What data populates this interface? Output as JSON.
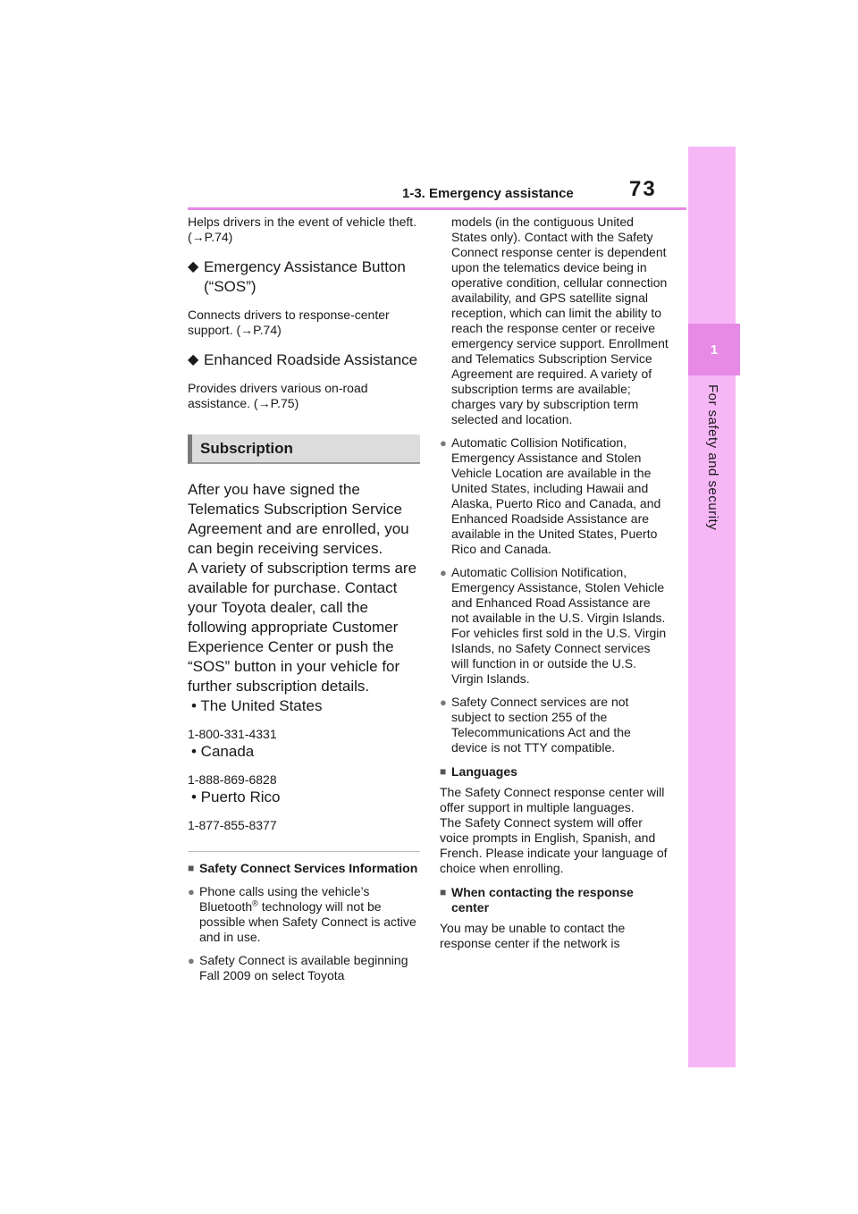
{
  "header": {
    "section": "1-3. Emergency assistance",
    "page_number": "73"
  },
  "side_tab": {
    "chapter_number": "1",
    "chapter_title": "For safety and security"
  },
  "left": {
    "intro_text": "Helps drivers in the event of vehicle theft. (→P.74)",
    "features": [
      {
        "title": "Emergency Assistance Button (“SOS”)",
        "desc": "Connects drivers to response-center support. (→P.74)"
      },
      {
        "title": "Enhanced Roadside Assistance",
        "desc": "Provides drivers various on-road assistance. (→P.75)"
      }
    ],
    "subscription_heading": "Subscription",
    "subscription_text": "After you have signed the Telematics Subscription Service Agreement and are enrolled, you can begin receiving services.",
    "subscription_text2": "A variety of subscription terms are available for purchase. Contact your Toyota dealer, call the following appropriate Customer Experience Center or push the “SOS” button in your vehicle for further subscription details.",
    "regions": [
      {
        "name": "• The United States",
        "phone": "1-800-331-4331"
      },
      {
        "name": "• Canada",
        "phone": "1-888-869-6828"
      },
      {
        "name": "• Puerto Rico",
        "phone": "1-877-855-8377"
      }
    ],
    "info_heading": "Safety Connect Services Information",
    "info_bullets": [
      {
        "pre": "Phone calls using the vehicle’s Bluetooth",
        "sup": "®",
        "post": " technology will not be possible when Safety Connect is active and in use."
      },
      {
        "pre": "Safety Connect is available beginning Fall 2009 on select Toyota",
        "sup": "",
        "post": ""
      }
    ]
  },
  "right": {
    "continued": "models (in the contiguous United States only). Contact with the Safety Connect response center is dependent upon the telematics device being in operative condition, cellular connection availability, and GPS satellite signal reception, which can limit the ability to reach the response center or receive emergency service support. Enrollment and Telematics Subscription Service Agreement are required. A variety of subscription terms are available; charges vary by subscription term selected and location.",
    "bullets": [
      "Automatic Collision Notification, Emergency Assistance and Stolen Vehicle Location are available in the United States, including Hawaii and Alaska, Puerto Rico and Canada, and Enhanced Roadside Assistance are available in the United States, Puerto Rico and Canada.",
      "Automatic Collision Notification, Emergency Assistance, Stolen Vehicle and Enhanced Road Assistance are not available in the U.S. Virgin Islands.\nFor vehicles first sold in the U.S. Virgin Islands, no Safety Connect services will function in or outside the U.S. Virgin Islands.",
      "Safety Connect services are not subject to section 255 of the Telecommunications Act and the device is not TTY compatible."
    ],
    "languages_heading": "Languages",
    "languages_text": "The Safety Connect response center will offer support in multiple languages.\nThe Safety Connect system will offer voice prompts in English, Spanish, and French. Please indicate your language of choice when enrolling.",
    "contact_heading": "When contacting the response center",
    "contact_text": "You may be unable to contact the response center if the network is"
  }
}
